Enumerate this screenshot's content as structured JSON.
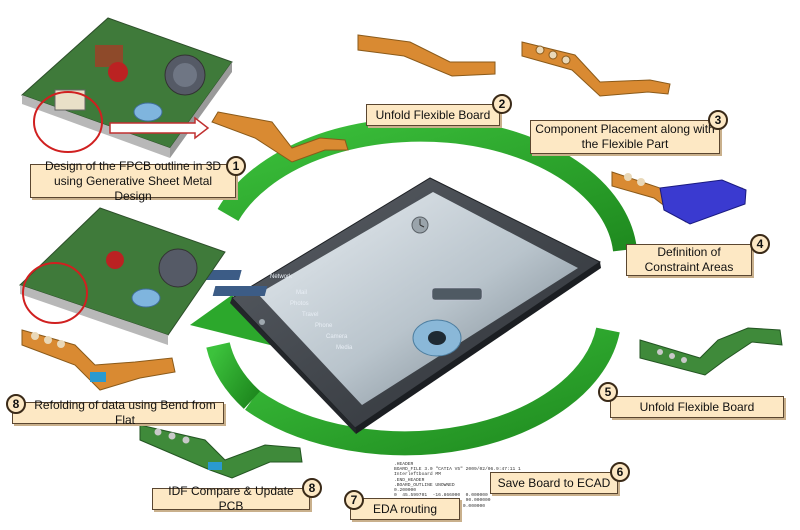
{
  "steps": [
    {
      "num": "1",
      "text": "Design of the FPCB outline in 3D using Generative Sheet Metal Design"
    },
    {
      "num": "2",
      "text": "Unfold Flexible Board"
    },
    {
      "num": "3",
      "text": "Component Placement along with the Flexible Part"
    },
    {
      "num": "4",
      "text": "Definition of Constraint Areas"
    },
    {
      "num": "5",
      "text": "Unfold Flexible Board"
    },
    {
      "num": "6",
      "text": "Save Board to ECAD"
    },
    {
      "num": "7",
      "text": "EDA routing"
    },
    {
      "num": "8",
      "text": "IDF Compare & Update PCB"
    },
    {
      "num": "8",
      "text": "Refolding of data using Bend from Flat"
    }
  ],
  "tablet_menu": [
    "Network",
    "Mail",
    "Photos",
    "Travel",
    "Phone",
    "Camera",
    "Media"
  ],
  "idf_text": ".HEADER\nBOARD_FILE 3.0 \"CATIA V5\" 2009/02/06.9:47:11 1\nInterleftboard MM\n.END_HEADER\n.BOARD_OUTLINE UNOWNED\n0.200000\n0  45.599701  -16.866000  0.000000\n0  45.599702  -16.733000  90.000000\n0  50.772225  -7.952820  0.000000",
  "colors": {
    "arrow": "#2ca82c",
    "label_bg": "#fde8c4",
    "flex": "#d98a32",
    "pcb": "#3f8a3a",
    "constraint": "#3a3ad0"
  }
}
